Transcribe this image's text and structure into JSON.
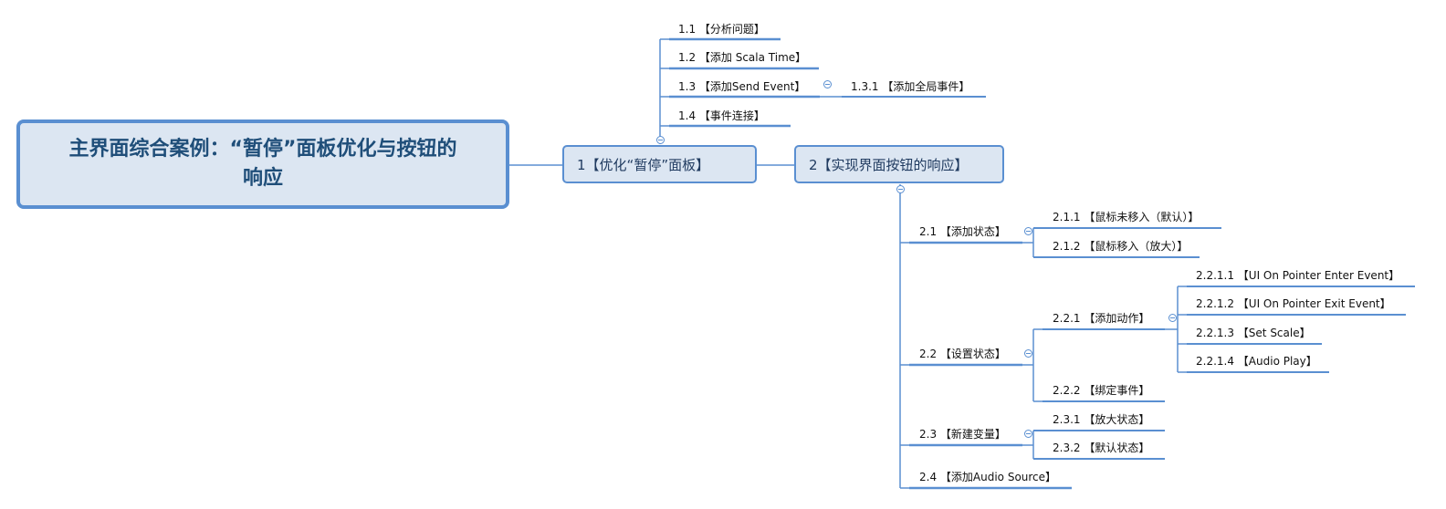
{
  "root": {
    "title": "主界面综合案例：“暂停”面板优化与按钮的响应"
  },
  "branch1": {
    "label": "1【优化“暂停”面板】",
    "children": [
      {
        "label": "1.1 【分析问题】"
      },
      {
        "label": "1.2 【添加 Scala Time】"
      },
      {
        "label": "1.3 【添加Send Event】",
        "children": [
          {
            "label": "1.3.1 【添加全局事件】"
          }
        ]
      },
      {
        "label": "1.4 【事件连接】"
      }
    ]
  },
  "branch2": {
    "label": "2【实现界面按钮的响应】",
    "children": [
      {
        "label": "2.1 【添加状态】",
        "children": [
          {
            "label": "2.1.1 【鼠标未移入（默认）】"
          },
          {
            "label": "2.1.2 【鼠标移入（放大）】"
          }
        ]
      },
      {
        "label": "2.2 【设置状态】",
        "children": [
          {
            "label": "2.2.1 【添加动作】",
            "children": [
              {
                "label": "2.2.1.1 【UI On Pointer Enter Event】"
              },
              {
                "label": "2.2.1.2 【UI On Pointer Exit Event】"
              },
              {
                "label": "2.2.1.3 【Set Scale】"
              },
              {
                "label": "2.2.1.4 【Audio Play】"
              }
            ]
          },
          {
            "label": "2.2.2 【绑定事件】"
          }
        ]
      },
      {
        "label": "2.3 【新建变量】",
        "children": [
          {
            "label": "2.3.1 【放大状态】"
          },
          {
            "label": "2.3.2 【默认状态】"
          }
        ]
      },
      {
        "label": "2.4 【添加Audio Source】"
      }
    ]
  },
  "colors": {
    "line": "#5a8fd1",
    "node_fill": "#dce6f2",
    "root_text": "#1f4e79"
  }
}
